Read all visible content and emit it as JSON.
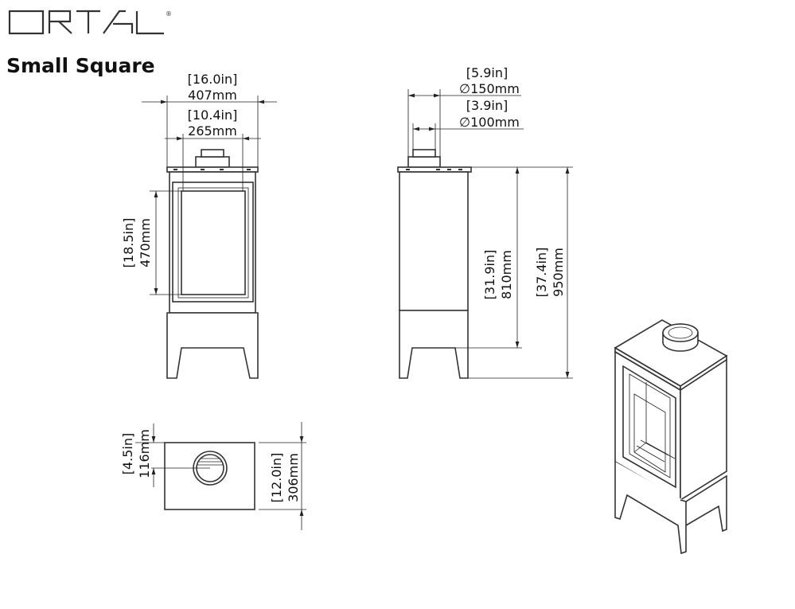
{
  "brand": {
    "logo_text": "ORTAL",
    "registered_mark": "®"
  },
  "title": "Small Square",
  "front_view": {
    "overall_width_in": "[16.0in]",
    "overall_width_mm": "407mm",
    "inner_width_in": "[10.4in]",
    "inner_width_mm": "265mm",
    "glass_height_in": "[18.5in]",
    "glass_height_mm": "470mm"
  },
  "side_view": {
    "flue_outer_in": "[5.9in]",
    "flue_outer_mm": "∅150mm",
    "flue_inner_in": "[3.9in]",
    "flue_inner_mm": "∅100mm",
    "body_height_in": "[31.9in]",
    "body_height_mm": "810mm",
    "total_height_in": "[37.4in]",
    "total_height_mm": "950mm"
  },
  "top_view": {
    "flue_offset_in": "[4.5in]",
    "flue_offset_mm": "116mm",
    "depth_in": "[12.0in]",
    "depth_mm": "306mm"
  }
}
